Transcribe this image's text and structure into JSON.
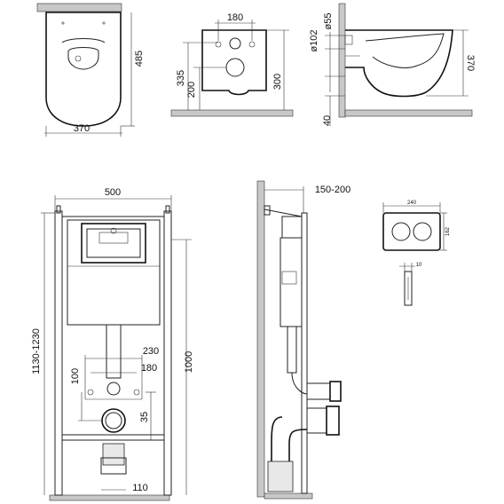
{
  "dimensions": {
    "top_width": "370",
    "top_depth": "485",
    "rear_bolt_spacing": "180",
    "rear_height_335": "335",
    "rear_height_200": "200",
    "rear_height_300": "300",
    "side_dia_55": "ø55",
    "side_dia_102": "ø102",
    "side_height_370": "370",
    "side_gap_40": "40",
    "frame_width": "500",
    "frame_height_range": "1130-1230",
    "frame_height": "1000",
    "frame_230": "230",
    "frame_180": "180",
    "frame_100": "100",
    "frame_35": "35",
    "frame_110": "110",
    "frame_depth": "150-200",
    "panel_width": "240",
    "panel_height": "162",
    "panel_depth": "10"
  }
}
